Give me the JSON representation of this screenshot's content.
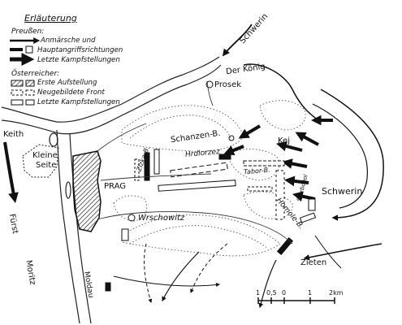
{
  "legend": {
    "title": "Erläuterung",
    "prussians_heading": "Preußen:",
    "prussian_items": [
      "Anmärsche und",
      "Hauptangriffsrichtungen",
      "Letzte Kampfstellungen"
    ],
    "austrians_heading": "Österreicher:",
    "austrian_items": [
      "Erste Aufstellung",
      "Neugebildete Front",
      "Letzte Kampfstellungen"
    ]
  },
  "places": {
    "prag": "PRAG",
    "kleine_seite": [
      "Kleine",
      "Seite"
    ],
    "wrschowitz": "Wrschowitz",
    "prosek": "Prosek",
    "schanzen_berg": "Schanzen-B.",
    "hrdlorzez": "Hrdlorzez",
    "taborberg": "Tabor-B.",
    "zizka_berg": "Zizka-B.",
    "kej": "Kej",
    "sterbohol": "Sterbohol",
    "homole": "Homole-B.",
    "moldau": "Moldau"
  },
  "commanders": {
    "keith": "Keith",
    "furst_moritz": [
      "Fürst",
      "Moritz"
    ],
    "schwerin_top": "Schwerin",
    "der_konig": "Der König",
    "schwerin_right": "Schwerin",
    "zieten": "Zieten"
  },
  "scale": {
    "labels": [
      "1",
      "0,5",
      "0",
      "1",
      "2km"
    ]
  }
}
